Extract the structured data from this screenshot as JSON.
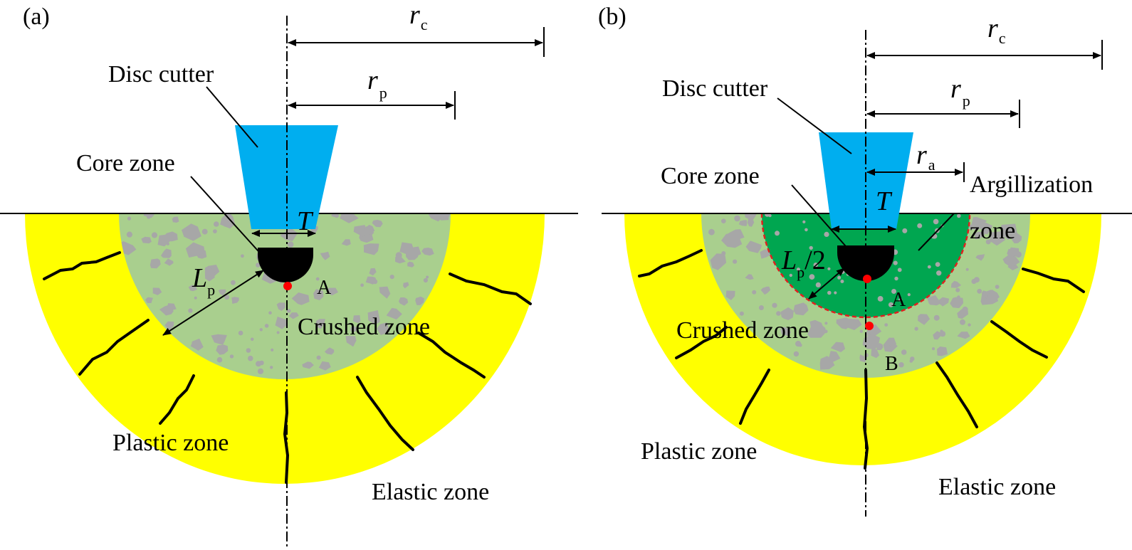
{
  "panels": [
    {
      "id": "a",
      "panel_label": "(a)",
      "labels": {
        "disc_cutter": "Disc cutter",
        "core_zone": "Core zone",
        "crushed_zone": "Crushed zone",
        "plastic_zone": "Plastic zone",
        "elastic_zone": "Elastic zone"
      },
      "symbols": {
        "rc_main": "r",
        "rc_sub": "c",
        "rp_main": "r",
        "rp_sub": "p",
        "T": "T",
        "lp_main": "L",
        "lp_sub": "p"
      },
      "points": [
        "A"
      ]
    },
    {
      "id": "b",
      "panel_label": "(b)",
      "labels": {
        "disc_cutter": "Disc cutter",
        "core_zone": "Core zone",
        "argillization_zone_line1": "Argillization",
        "argillization_zone_line2": "zone",
        "crushed_zone": "Crushed zone",
        "plastic_zone": "Plastic zone",
        "elastic_zone": "Elastic zone"
      },
      "symbols": {
        "rc_main": "r",
        "rc_sub": "c",
        "rp_main": "r",
        "rp_sub": "p",
        "ra_main": "r",
        "ra_sub": "a",
        "T": "T",
        "lp_main": "L",
        "lp_sub": "p",
        "lp_suffix": "/2"
      },
      "points": [
        "A",
        "B"
      ]
    }
  ],
  "colors": {
    "cutter": "#00AEEF",
    "elastic_zone": "#FFFF00",
    "crushed_zone": "#A9CF8E",
    "argillization_zone": "#00A650",
    "particles": "#A7A7A7",
    "core": "#000000",
    "point": "#FF0000",
    "argillization_boundary": "#E0201F"
  }
}
